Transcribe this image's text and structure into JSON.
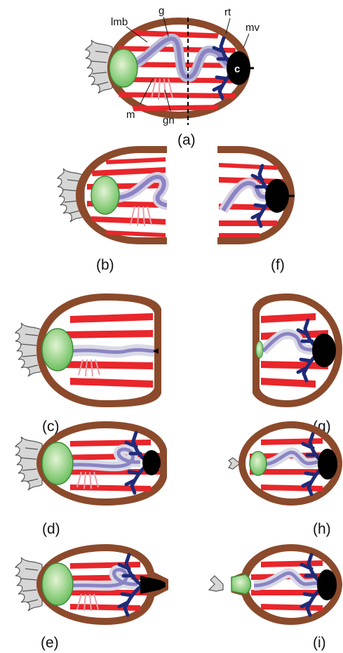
{
  "figure": {
    "panels": {
      "a": {
        "label": "(a)"
      },
      "b": {
        "label": "(b)"
      },
      "c": {
        "label": "(c)"
      },
      "d": {
        "label": "(d)"
      },
      "e": {
        "label": "(e)"
      },
      "f": {
        "label": "(f)"
      },
      "g": {
        "label": "(g)"
      },
      "h": {
        "label": "(h)"
      },
      "i": {
        "label": "(i)"
      }
    },
    "annotations": {
      "lmb": "lmb",
      "g": "g",
      "rt": "rt",
      "mv": "mv",
      "c": "c",
      "m": "m",
      "gn": "gn"
    }
  },
  "colors": {
    "body_wall": "#8b4a2b",
    "muscle": "#e8262b",
    "oral_disc": "#b9df9c",
    "gut": "#8a84c4",
    "respiratory_tree": "#1f2a78",
    "cloaca": "#000000",
    "tentacles": "#d4d4d4"
  }
}
